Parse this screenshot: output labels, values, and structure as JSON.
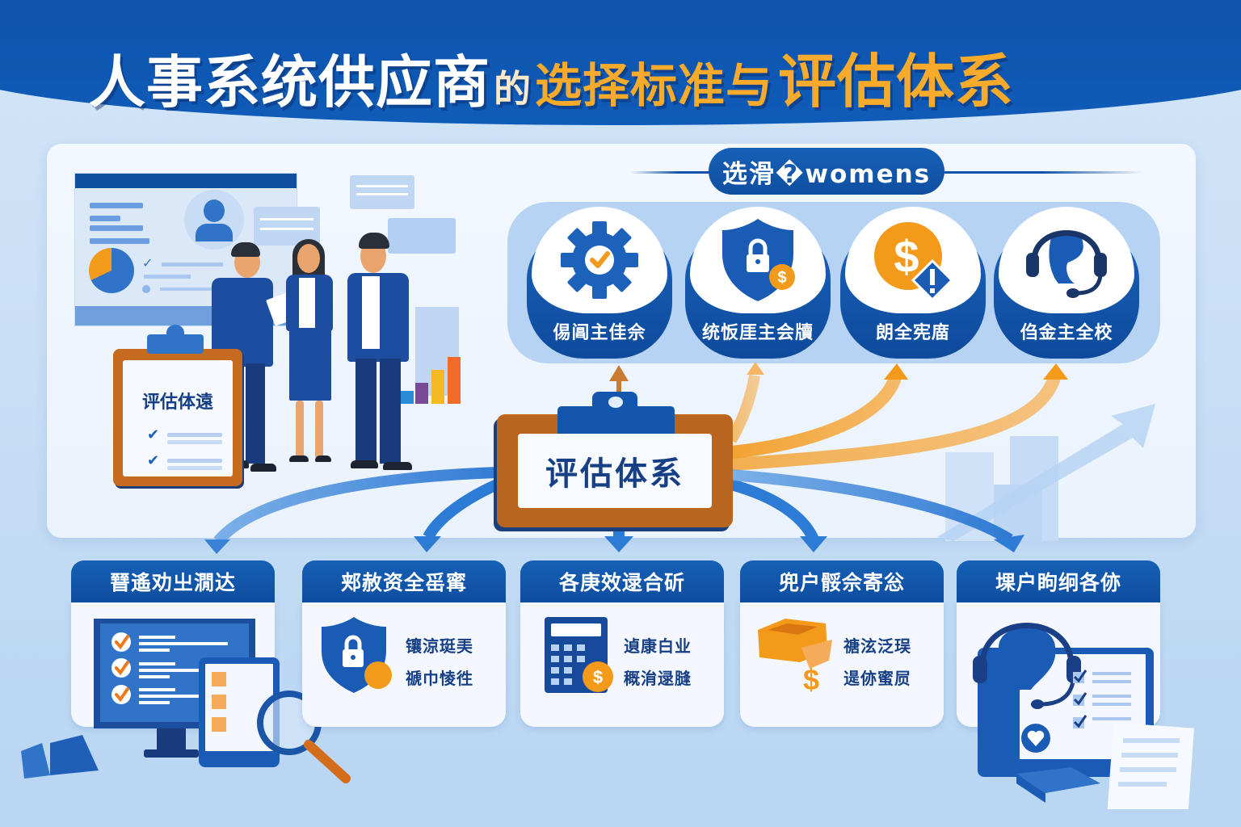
{
  "header": {
    "title_part1": "人事系统供应商",
    "title_part2": "的",
    "title_part3": "选择标准",
    "title_part4": "与",
    "title_part5": "评估体系"
  },
  "illustration": {
    "clipboard_label": "评估体遠"
  },
  "criteria": {
    "title": "选滑�womens",
    "items": [
      {
        "label": "㑥阊主佳佘",
        "icon": "gear-check-icon"
      },
      {
        "label": "统㤆厓主会牘",
        "icon": "shield-lock-icon"
      },
      {
        "label": "朗全宪庿",
        "icon": "dollar-warning-icon"
      },
      {
        "label": "㑇金主全校",
        "icon": "headset-icon"
      }
    ]
  },
  "center": {
    "label": "评估体系"
  },
  "sections": [
    {
      "title": "㬜遙劝㞢㵎达",
      "lines": [],
      "icon": "monitor-checklist-icon"
    },
    {
      "title": "郏赦资全䍃寗",
      "lines": [
        "镶涼珽㺯",
        "禠巾㥄徃"
      ],
      "icon": "shield-lock-icon"
    },
    {
      "title": "各庚效逯合斫",
      "lines": [
        "遉康白业",
        "穊㳙逯膖"
      ],
      "icon": "calculator-icon"
    },
    {
      "title": "兜户骽佘寄忩",
      "lines": [
        "禟泫泛㻍",
        "遈㑊蜜屃"
      ],
      "icon": "box-dollar-icon"
    },
    {
      "title": "堁户眗䌹各㑊",
      "lines": [],
      "icon": "support-agent-icon"
    }
  ],
  "colors": {
    "primary_blue": "#0f4fa0",
    "accent_orange": "#f8ab2a",
    "board_brown": "#b8661f",
    "background": "#d3e5f8"
  }
}
